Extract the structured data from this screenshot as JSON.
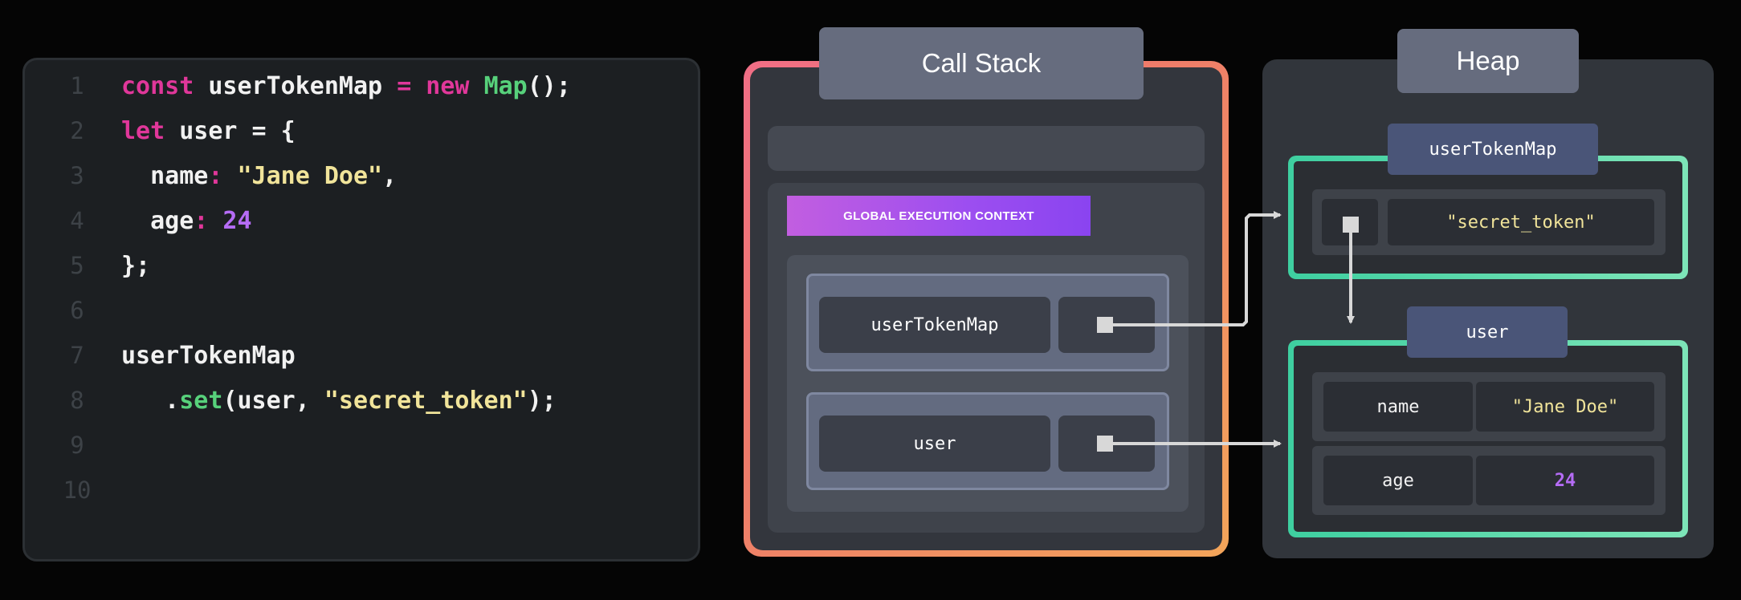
{
  "code": {
    "lines": [
      {
        "n": "1"
      },
      {
        "n": "2"
      },
      {
        "n": "3"
      },
      {
        "n": "4"
      },
      {
        "n": "5"
      },
      {
        "n": "6"
      },
      {
        "n": "7"
      },
      {
        "n": "8"
      },
      {
        "n": "9"
      },
      {
        "n": "10"
      }
    ],
    "tokens": {
      "l1_const": "const",
      "l1_name": " userTokenMap ",
      "l1_eq": "=",
      "l1_new": " new ",
      "l1_map": "Map",
      "l1_end": "();",
      "l2_let": "let",
      "l2_rest": " user = {",
      "l3_key": "  name",
      "l3_colon": ":",
      "l3_val": " \"Jane Doe\"",
      "l3_end": ",",
      "l4_key": "  age",
      "l4_colon": ":",
      "l4_val": " 24",
      "l5": "};",
      "l7": "userTokenMap",
      "l8_dot": "   .",
      "l8_set": "set",
      "l8_args1": "(user, ",
      "l8_str": "\"secret_token\"",
      "l8_end": ");"
    }
  },
  "call_stack": {
    "title": "Call Stack",
    "context_label": "GLOBAL EXECUTION CONTEXT",
    "vars": [
      "userTokenMap",
      "user"
    ]
  },
  "heap": {
    "title": "Heap",
    "objects": {
      "map": {
        "label": "userTokenMap",
        "value": "\"secret_token\""
      },
      "user": {
        "label": "user",
        "props": [
          {
            "key": "name",
            "value": "\"Jane Doe\""
          },
          {
            "key": "age",
            "value": "24"
          }
        ]
      }
    }
  },
  "colors": {
    "keyword": "#e0379a",
    "function": "#57d17b",
    "string": "#f1e49a",
    "number": "#b56cf5",
    "stack_border": "#f06e86",
    "heap_border": "#3ecfa0"
  }
}
